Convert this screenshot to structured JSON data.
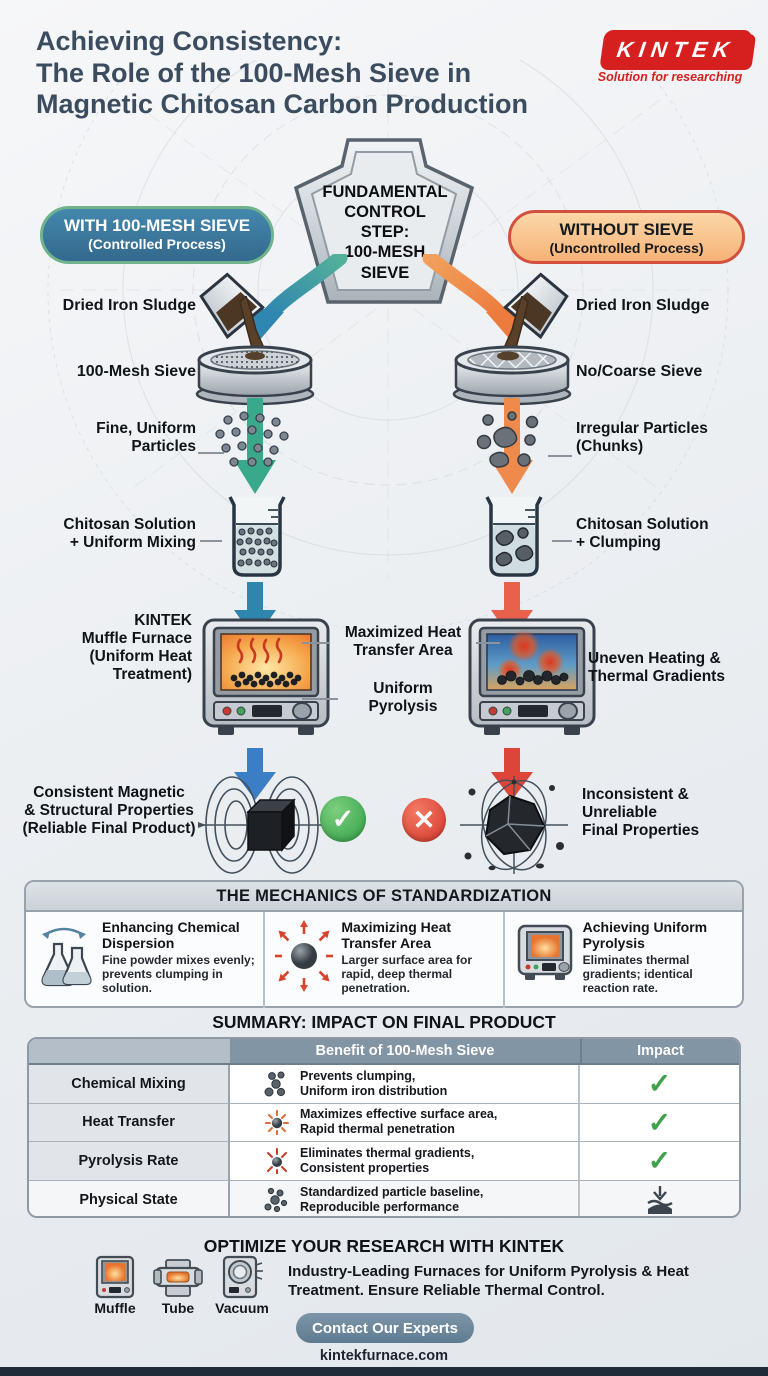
{
  "colors": {
    "brand_red": "#d6201f",
    "controlled_blue": "#3a7ca6",
    "uncontrolled_orange": "#ef8348",
    "check_green": "#3fa24b",
    "cross_red": "#d4352a",
    "title_slate": "#3c4c5f"
  },
  "icons": {
    "check": "✓",
    "cross": "✕"
  },
  "header": {
    "title": "Achieving Consistency:\nThe Role of the 100-Mesh Sieve in\nMagnetic Chitosan Carbon Production",
    "logo": {
      "text": "KINTEK",
      "tagline": "Solution for researching"
    }
  },
  "keystone": {
    "label": "FUNDAMENTAL\nCONTROL STEP:\n100-MESH\nSIEVE"
  },
  "badges": {
    "left": {
      "title": "WITH 100-MESH SIEVE",
      "subtitle": "(Controlled Process)"
    },
    "right": {
      "title": "WITHOUT SIEVE",
      "subtitle": "(Uncontrolled Process)"
    }
  },
  "left_flow": {
    "step1": "Dried Iron Sludge",
    "step2": "100-Mesh Sieve",
    "step3": "Fine, Uniform\nParticles",
    "step4": "Chitosan Solution\n+ Uniform Mixing",
    "step5": "KINTEK\nMuffle Furnace\n(Uniform Heat\nTreatment)",
    "result": "Consistent Magnetic\n& Structural Properties\n(Reliable Final Product)"
  },
  "right_flow": {
    "step1": "Dried Iron Sludge",
    "step2": "No/Coarse Sieve",
    "step3": "Irregular Particles\n(Chunks)",
    "step4": "Chitosan Solution\n+ Clumping",
    "step5": "Uneven Heating &\nThermal Gradients",
    "result": "Inconsistent &\nUnreliable\nFinal Properties"
  },
  "center_callouts": {
    "c1": "Maximized Heat\nTransfer Area",
    "c2": "Uniform\nPyrolysis"
  },
  "mechanics": {
    "title": "THE MECHANICS OF STANDARDIZATION",
    "items": [
      {
        "icon": "flasks-icon",
        "title": "Enhancing Chemical\nDispersion",
        "desc": "Fine powder mixes evenly;\nprevents clumping in\nsolution."
      },
      {
        "icon": "radiating-sphere-icon",
        "title": "Maximizing Heat\nTransfer Area",
        "desc": "Larger surface area for\nrapid, deep thermal\npenetration."
      },
      {
        "icon": "furnace-icon",
        "title": "Achieving Uniform\nPyrolysis",
        "desc": "Eliminates thermal\ngradients; identical\nreaction rate."
      }
    ]
  },
  "summary": {
    "title": "SUMMARY: IMPACT ON FINAL PRODUCT",
    "columns": [
      "",
      "Benefit of 100-Mesh Sieve",
      "Impact"
    ],
    "rows": [
      {
        "label": "Chemical Mixing",
        "icon": "particles-icon",
        "benefit": "Prevents clumping,\nUniform iron distribution",
        "impact": "check"
      },
      {
        "label": "Heat Transfer",
        "icon": "radiant-particle-icon",
        "benefit": "Maximizes effective surface area,\nRapid thermal penetration",
        "impact": "check"
      },
      {
        "label": "Pyrolysis Rate",
        "icon": "burst-particle-icon",
        "benefit": "Eliminates thermal gradients,\nConsistent properties",
        "impact": "check"
      },
      {
        "label": "Physical State",
        "icon": "particles-icon",
        "benefit": "Standardized particle baseline,\nReproducible performance",
        "impact": "compacted-powder"
      }
    ]
  },
  "footer": {
    "title": "OPTIMIZE YOUR RESEARCH WITH KINTEK",
    "products": [
      "Muffle",
      "Tube",
      "Vacuum"
    ],
    "description": "Industry-Leading Furnaces for Uniform Pyrolysis & Heat\nTreatment. Ensure Reliable Thermal Control.",
    "cta": "Contact Our Experts",
    "website": "kintekfurnace.com"
  }
}
